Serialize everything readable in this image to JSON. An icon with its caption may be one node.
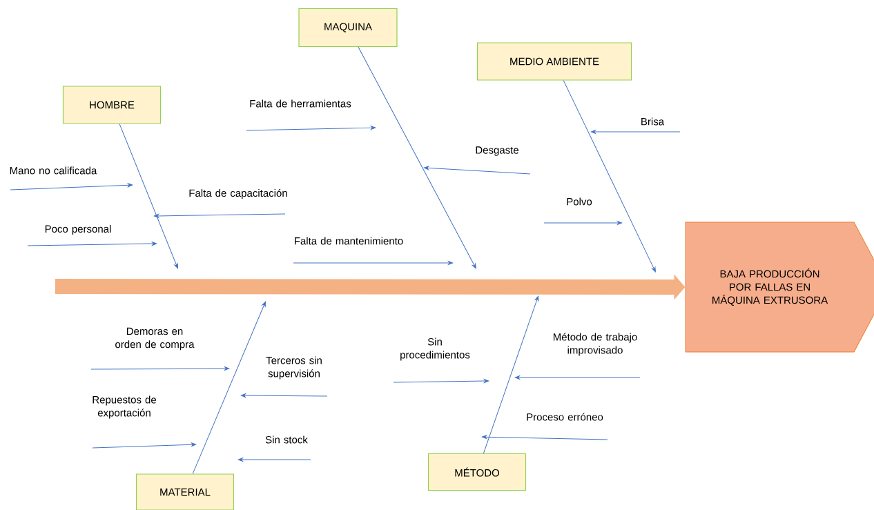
{
  "diagram": {
    "nodes": [
      {
        "text": [
          "MAQUINA"
        ]
      },
      {
        "text": [
          "MEDIO AMBIENTE"
        ]
      },
      {
        "text": [
          "HOMBRE"
        ]
      },
      {
        "text": [
          "Falta de herramientas"
        ]
      },
      {
        "text": [
          "Brisa"
        ]
      },
      {
        "text": [
          "Desgaste"
        ]
      },
      {
        "text": [
          "Mano no calificada"
        ]
      },
      {
        "text": [
          "Falta de capacitación"
        ]
      },
      {
        "text": [
          "Polvo"
        ]
      },
      {
        "text": [
          "Poco personal"
        ]
      },
      {
        "text": [
          "Falta de mantenimiento"
        ]
      },
      {
        "text": [
          "BAJA PRODUCCIÓN POR FALLAS EN MÁQUINA EXTRUSORA"
        ]
      },
      {
        "text": [
          "Demoras en orden de compra"
        ]
      },
      {
        "text": [
          "Sin procedimientos"
        ]
      },
      {
        "text": [
          "Método de trabajo improvisado"
        ]
      },
      {
        "text": [
          "Terceros sin supervisión"
        ]
      },
      {
        "text": [
          "Repuestos de exportación"
        ]
      },
      {
        "text": [
          "Proceso erróneo"
        ]
      },
      {
        "text": [
          "Sin stock"
        ]
      },
      {
        "text": [
          "MATERIAL"
        ]
      },
      {
        "text": [
          "MÉTODO"
        ]
      }
    ],
    "edges": [
      {
        "from": null,
        "to": 11,
        "arrow": "to",
        "style": "thick",
        "color": "#f4b183"
      },
      {
        "from": 0,
        "to": null,
        "arrow": "to"
      },
      {
        "from": 1,
        "to": null,
        "arrow": "to"
      },
      {
        "from": 2,
        "to": null,
        "arrow": "to"
      },
      {
        "from": 19,
        "to": null,
        "arrow": "to"
      },
      {
        "from": 20,
        "to": null,
        "arrow": "to"
      },
      {
        "from": 3,
        "to": null,
        "arrow": "to"
      },
      {
        "from": 4,
        "to": null,
        "arrow": "to"
      },
      {
        "from": 5,
        "to": null,
        "arrow": "to"
      },
      {
        "from": 6,
        "to": null,
        "arrow": "to"
      },
      {
        "from": 7,
        "to": null,
        "arrow": "to"
      },
      {
        "from": 8,
        "to": null,
        "arrow": "to"
      },
      {
        "from": 9,
        "to": null,
        "arrow": "to"
      },
      {
        "from": 10,
        "to": null,
        "arrow": "to"
      },
      {
        "from": 12,
        "to": null,
        "arrow": "to"
      },
      {
        "from": 13,
        "to": null,
        "arrow": "to"
      },
      {
        "from": 14,
        "to": null,
        "arrow": "to"
      },
      {
        "from": 15,
        "to": null,
        "arrow": "to"
      },
      {
        "from": 16,
        "to": null,
        "arrow": "to"
      },
      {
        "from": 17,
        "to": null,
        "arrow": "to"
      },
      {
        "from": 18,
        "to": null,
        "arrow": "to"
      }
    ]
  }
}
